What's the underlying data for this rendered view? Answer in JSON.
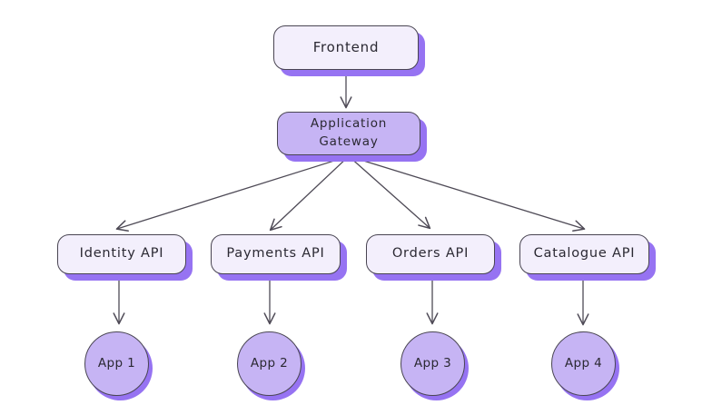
{
  "diagram": {
    "type": "flowchart",
    "direction": "top-down",
    "nodes": {
      "frontend": {
        "label": "Frontend",
        "shape": "rounded-box",
        "variant": "light"
      },
      "gateway": {
        "label": "Application Gateway",
        "shape": "rounded-box",
        "variant": "purple"
      },
      "identity_api": {
        "label": "Identity API",
        "shape": "rounded-box",
        "variant": "light"
      },
      "payments_api": {
        "label": "Payments API",
        "shape": "rounded-box",
        "variant": "light"
      },
      "orders_api": {
        "label": "Orders API",
        "shape": "rounded-box",
        "variant": "light"
      },
      "catalogue_api": {
        "label": "Catalogue API",
        "shape": "rounded-box",
        "variant": "light"
      },
      "app1": {
        "label": "App 1",
        "shape": "circle",
        "variant": "purple"
      },
      "app2": {
        "label": "App 2",
        "shape": "circle",
        "variant": "purple"
      },
      "app3": {
        "label": "App 3",
        "shape": "circle",
        "variant": "purple"
      },
      "app4": {
        "label": "App 4",
        "shape": "circle",
        "variant": "purple"
      }
    },
    "edges": [
      {
        "from": "Frontend",
        "to": "Application Gateway"
      },
      {
        "from": "Application Gateway",
        "to": "Identity API"
      },
      {
        "from": "Application Gateway",
        "to": "Payments API"
      },
      {
        "from": "Application Gateway",
        "to": "Orders API"
      },
      {
        "from": "Application Gateway",
        "to": "Catalogue API"
      },
      {
        "from": "Identity API",
        "to": "App 1"
      },
      {
        "from": "Payments API",
        "to": "App 2"
      },
      {
        "from": "Orders API",
        "to": "App 3"
      },
      {
        "from": "Catalogue API",
        "to": "App 4"
      }
    ],
    "colors": {
      "background": "#ffffff",
      "node_fill_light": "#f3effc",
      "node_fill_purple": "#c6b4f4",
      "node_border": "#494552",
      "node_shadow": "#9673f2",
      "edge_stroke": "#4e4a56",
      "text": "#2b2933"
    }
  }
}
